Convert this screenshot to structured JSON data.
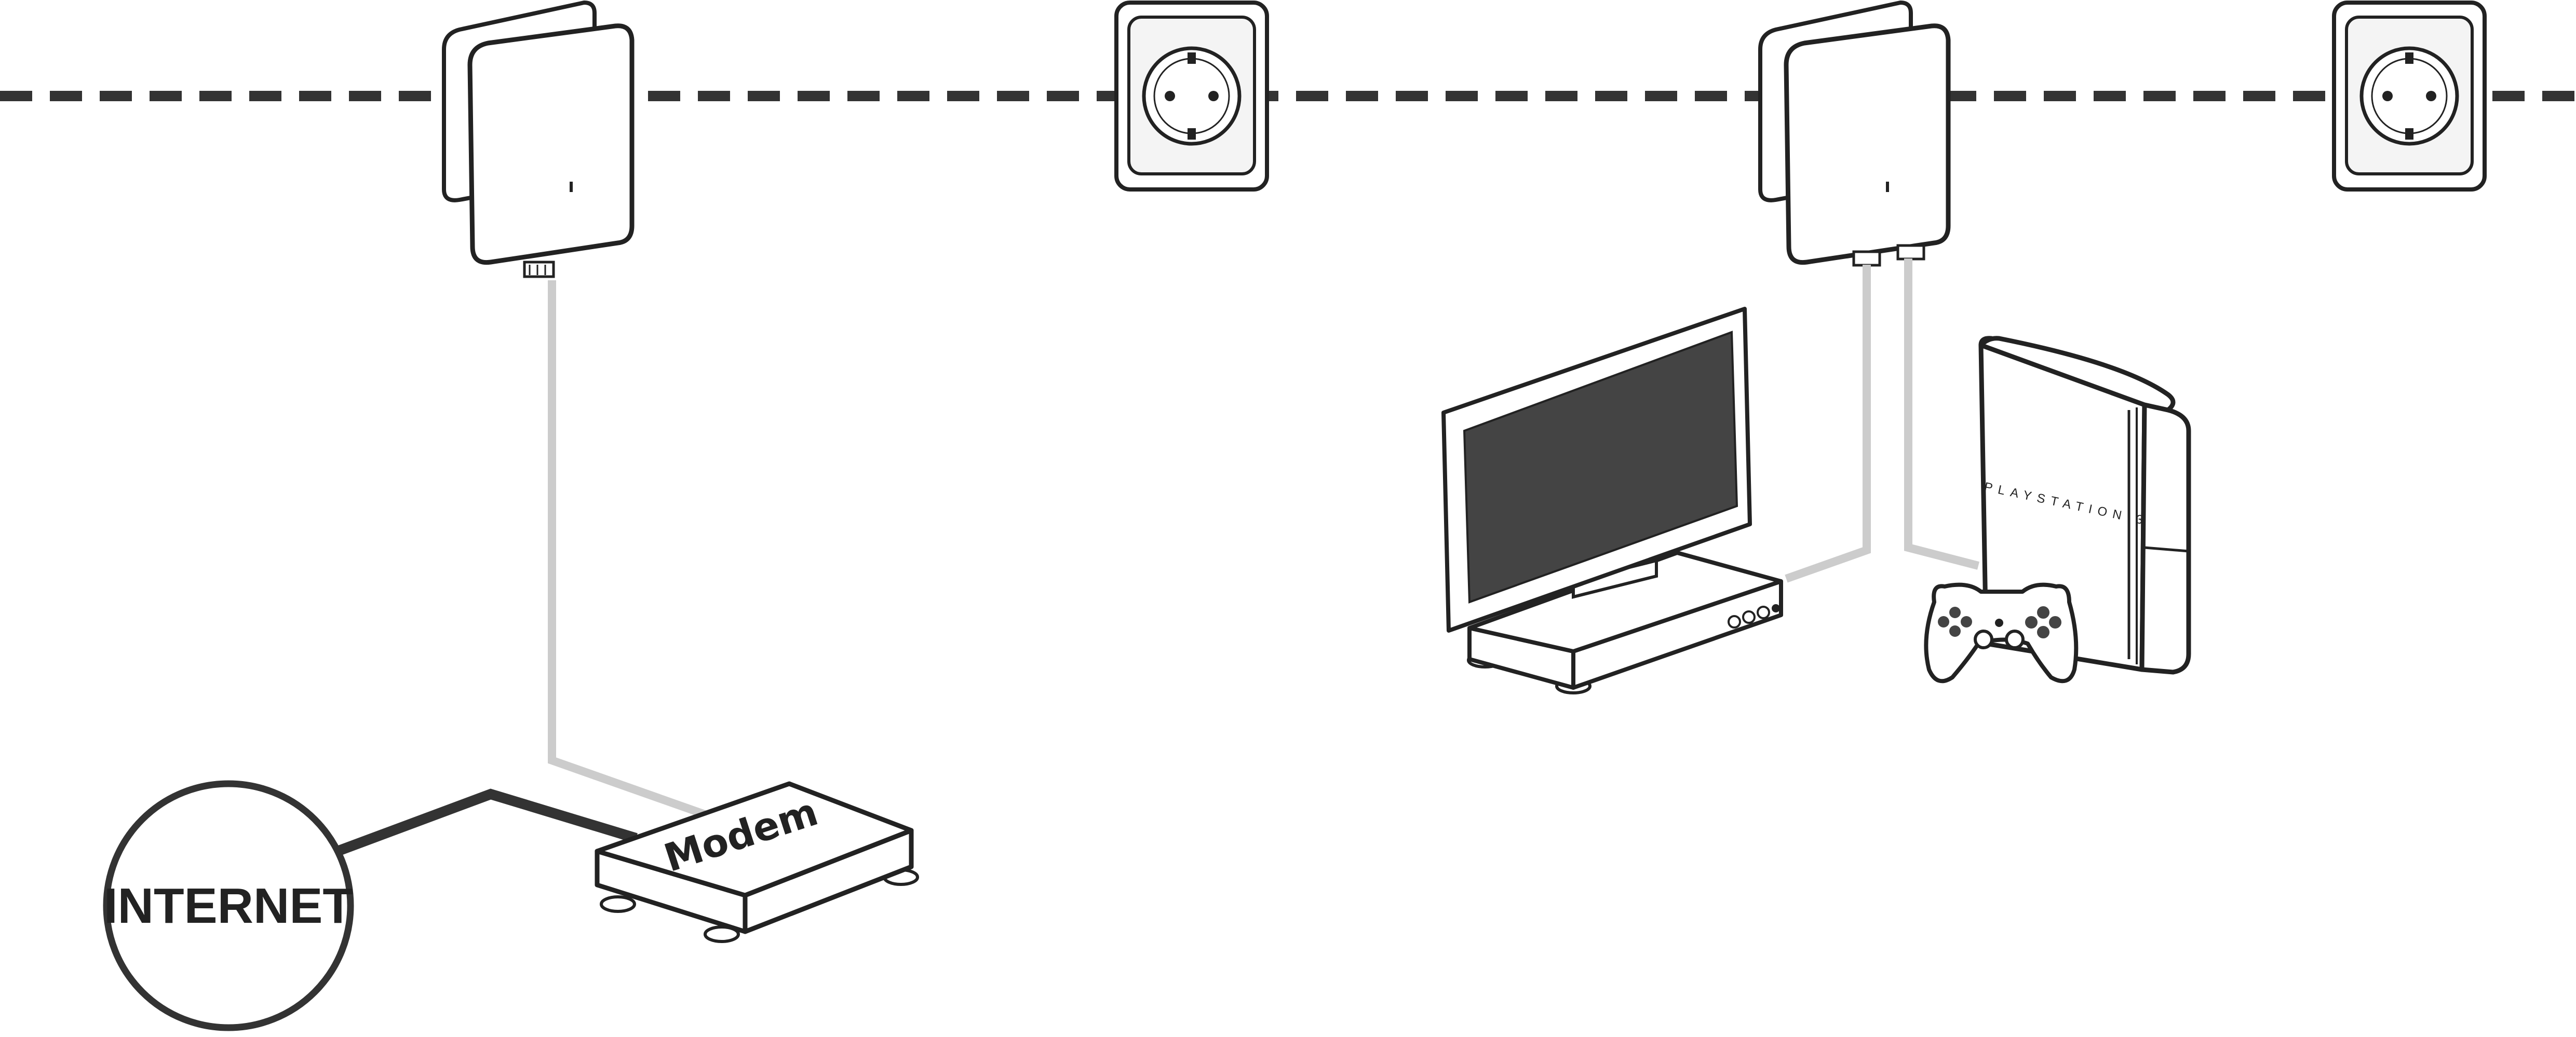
{
  "labels": {
    "internet": "INTERNET",
    "modem": "Modem",
    "console_brand": "PLAYSTATION 3"
  },
  "colors": {
    "outline": "#222222",
    "mains_line": "#333333",
    "ethernet_cable": "#cccccc",
    "internet_cable": "#333333",
    "tv_screen": "#444444",
    "device_fill": "#ffffff",
    "socket_face": "#f4f4f4"
  },
  "icons": {
    "powerline_adapter": "powerline-adapter-icon",
    "wall_socket": "wall-socket-icon",
    "modem": "modem-icon",
    "tv": "tv-icon",
    "console": "game-console-icon",
    "gamepad": "gamepad-icon",
    "internet": "internet-cloud-icon"
  }
}
